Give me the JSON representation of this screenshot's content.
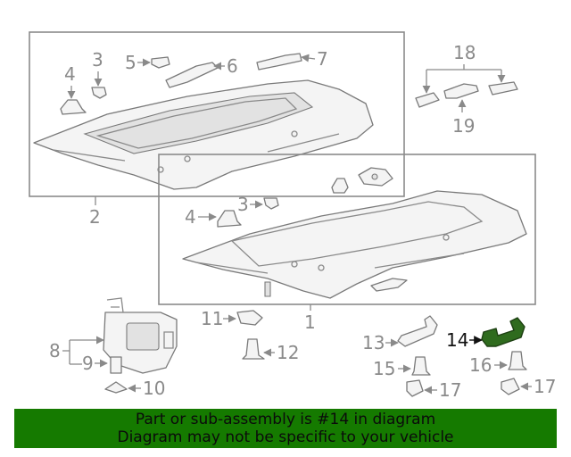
{
  "callouts": {
    "c1": "1",
    "c2": "2",
    "c3a": "3",
    "c3b": "3",
    "c4a": "4",
    "c4b": "4",
    "c5": "5",
    "c6": "6",
    "c7": "7",
    "c8": "8",
    "c9": "9",
    "c10": "10",
    "c11": "11",
    "c12": "12",
    "c13": "13",
    "c14": "14",
    "c15": "15",
    "c16": "16",
    "c17a": "17",
    "c17b": "17",
    "c18": "18",
    "c19": "19"
  },
  "highlight_color": "#2f6b1e",
  "banner": {
    "line1": "Part or sub-assembly is #14 in diagram",
    "line2": "Diagram may not be specific to your vehicle",
    "color": "#157a00"
  }
}
